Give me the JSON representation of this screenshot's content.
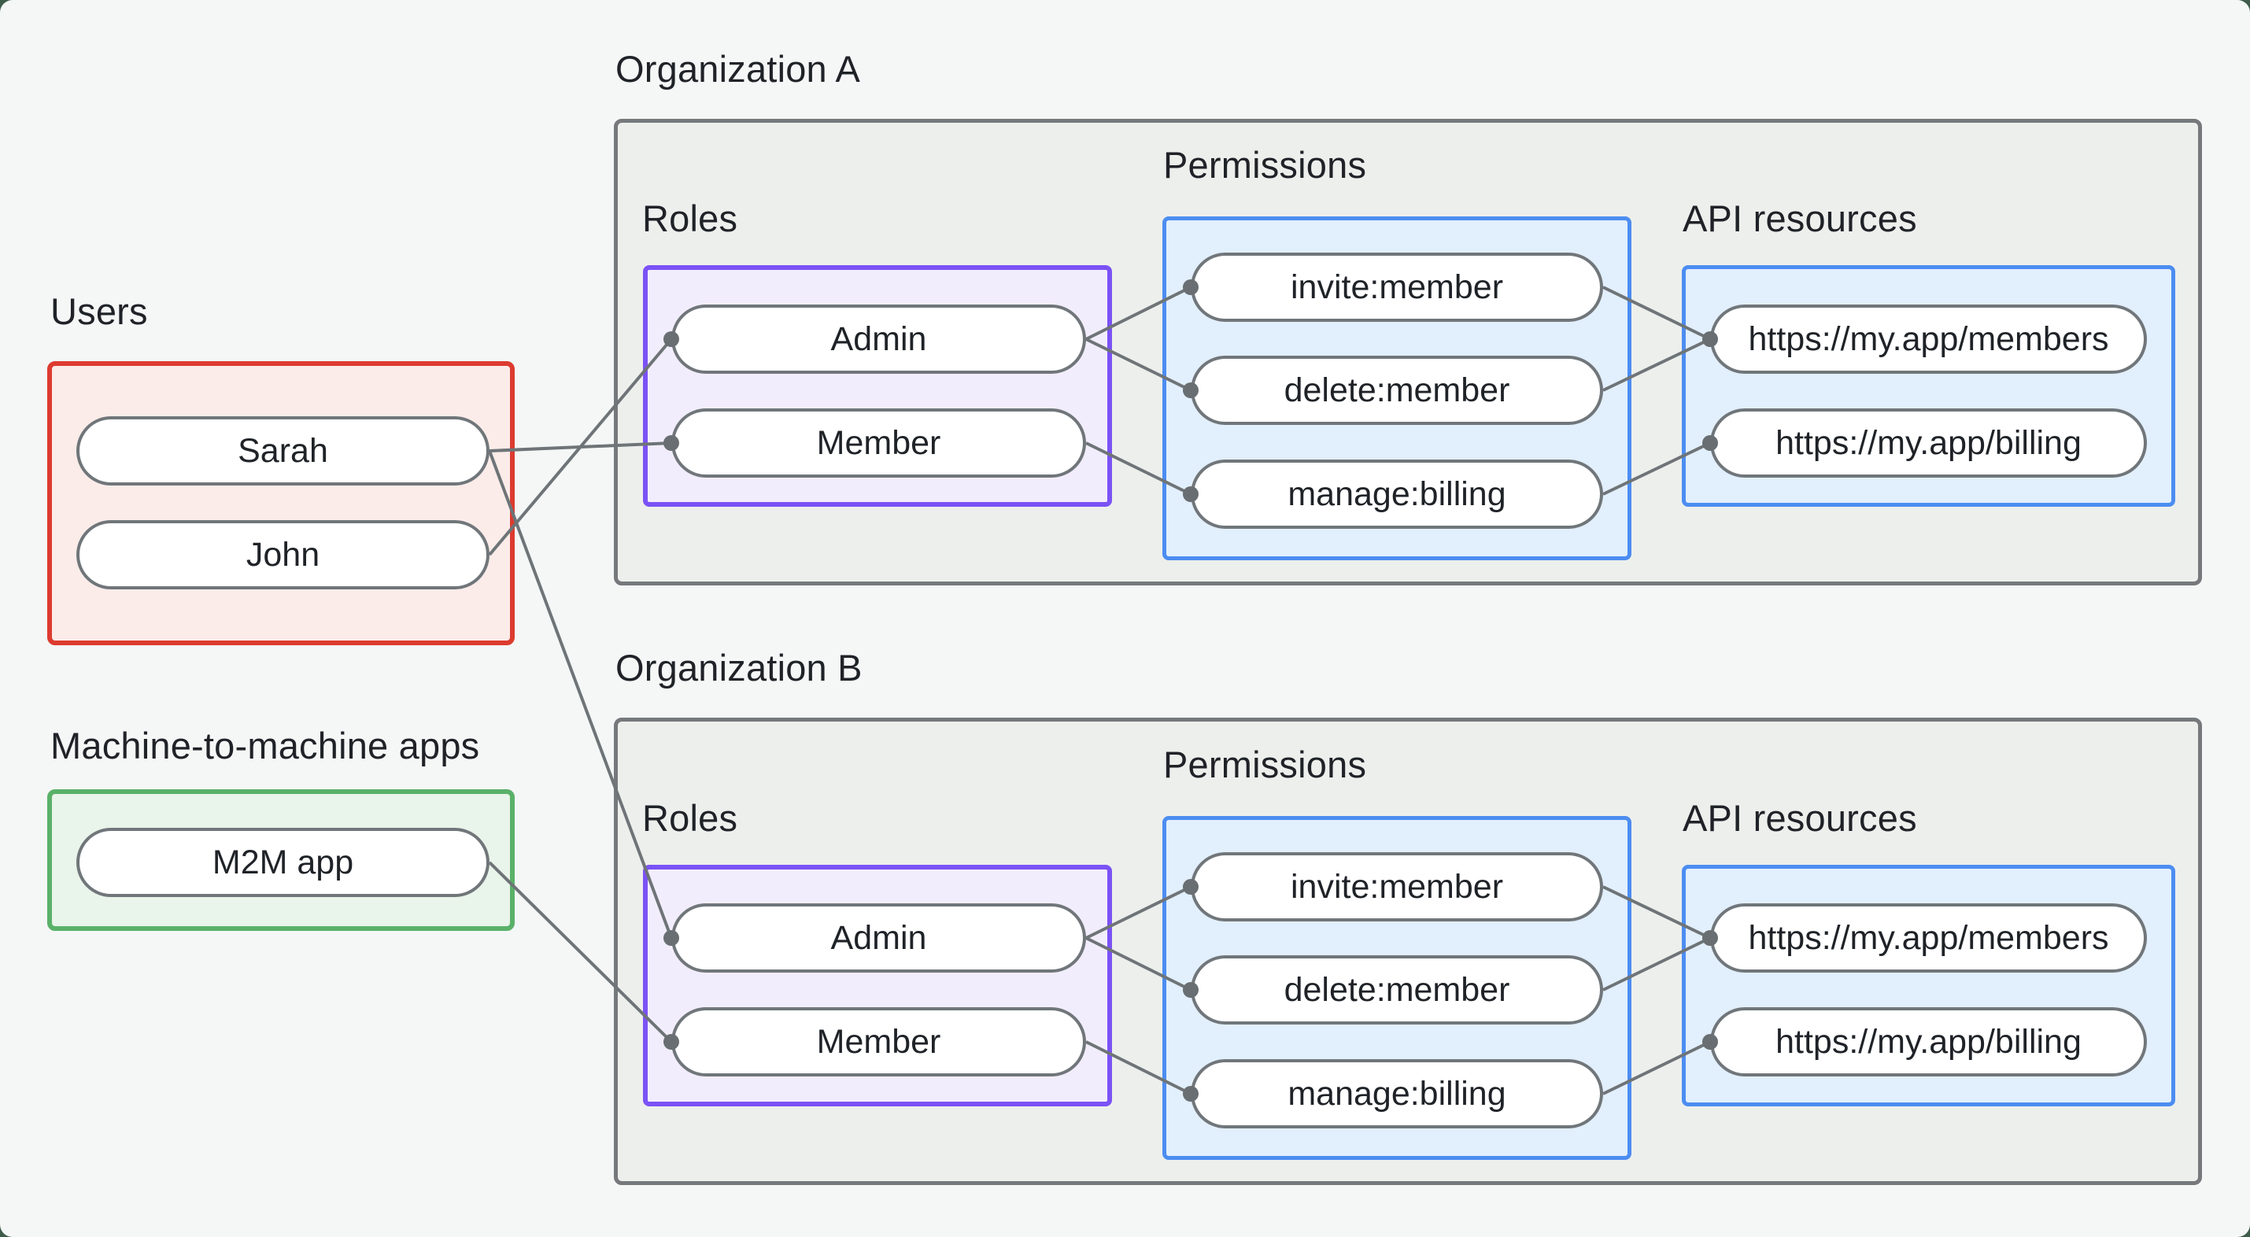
{
  "users": {
    "title": "Users",
    "nodes": {
      "sarah": "Sarah",
      "john": "John"
    }
  },
  "m2m": {
    "title": "Machine-to-machine apps",
    "nodes": {
      "app": "M2M app"
    }
  },
  "org_a": {
    "title": "Organization A",
    "roles": {
      "title": "Roles",
      "nodes": {
        "admin": "Admin",
        "member": "Member"
      }
    },
    "permissions": {
      "title": "Permissions",
      "nodes": {
        "invite": "invite:member",
        "delete": "delete:member",
        "manage": "manage:billing"
      }
    },
    "api": {
      "title": "API resources",
      "nodes": {
        "members": "https://my.app/members",
        "billing": "https://my.app/billing"
      }
    }
  },
  "org_b": {
    "title": "Organization B",
    "roles": {
      "title": "Roles",
      "nodes": {
        "admin": "Admin",
        "member": "Member"
      }
    },
    "permissions": {
      "title": "Permissions",
      "nodes": {
        "invite": "invite:member",
        "delete": "delete:member",
        "manage": "manage:billing"
      }
    },
    "api": {
      "title": "API resources",
      "nodes": {
        "members": "https://my.app/members",
        "billing": "https://my.app/billing"
      }
    }
  },
  "edges": [
    {
      "from": "users.sarah",
      "to": "org_a.member"
    },
    {
      "from": "users.john",
      "to": "org_a.admin"
    },
    {
      "from": "users.sarah",
      "to": "org_b.admin"
    },
    {
      "from": "m2m.app",
      "to": "org_b.member"
    },
    {
      "from": "org_a.admin",
      "to": "org_a.invite"
    },
    {
      "from": "org_a.admin",
      "to": "org_a.delete"
    },
    {
      "from": "org_a.member",
      "to": "org_a.manage"
    },
    {
      "from": "org_a.invite",
      "to": "org_a.members"
    },
    {
      "from": "org_a.delete",
      "to": "org_a.members"
    },
    {
      "from": "org_a.manage",
      "to": "org_a.billing"
    },
    {
      "from": "org_b.admin",
      "to": "org_b.invite"
    },
    {
      "from": "org_b.admin",
      "to": "org_b.delete"
    },
    {
      "from": "org_b.member",
      "to": "org_b.manage"
    },
    {
      "from": "org_b.invite",
      "to": "org_b.members"
    },
    {
      "from": "org_b.delete",
      "to": "org_b.members"
    },
    {
      "from": "org_b.manage",
      "to": "org_b.billing"
    }
  ],
  "colors": {
    "page_background": "#F4F7F6",
    "backdrop": "#3F5C4B",
    "users_border": "#DD3B30",
    "users_fill": "#FBECE9",
    "m2m_border": "#5AB169",
    "m2m_fill": "#E9F4EA",
    "org_border": "#75797B",
    "org_fill": "#EDEFEC",
    "roles_border": "#7B52F5",
    "roles_fill": "#F2EDFC",
    "blue_border": "#4C8DF1",
    "blue_fill": "#E2EFFC",
    "pill_border": "#70767A",
    "pill_fill": "#FFFFFF",
    "edge_line": "#6E7477",
    "edge_dot": "#686E72",
    "text": "#1F2328"
  }
}
